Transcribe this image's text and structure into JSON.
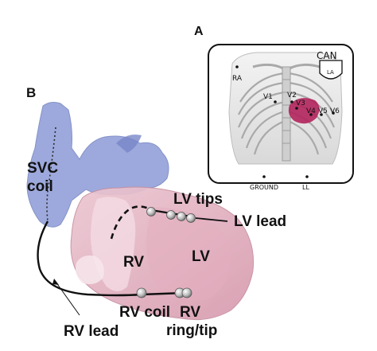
{
  "panel_a": {
    "letter": "A",
    "electrodes": {
      "can": "CAN",
      "can_badge": "LA",
      "ra": "RA",
      "v1": "V1",
      "v2": "V2",
      "v3": "V3",
      "v4": "V4",
      "v5": "V5",
      "v6": "V6",
      "ground": "GROUND",
      "ll": "LL"
    }
  },
  "panel_b": {
    "letter": "B",
    "labels": {
      "svc": "SVC",
      "coil": "coil",
      "lv_tips": "LV tips",
      "lv_lead": "LV lead",
      "rv": "RV",
      "lv": "LV",
      "rv_coil": "RV coil",
      "rv_ring_1": "RV",
      "rv_ring_2": "ring/tip",
      "rv_lead": "RV lead"
    }
  },
  "colors": {
    "heart_fill": "#e7b9c6",
    "vessel_fill": "#8d9bd6",
    "chamber_fill": "#f4dbe3",
    "electrode_pink": "#b3245c",
    "lead": "#111111"
  }
}
